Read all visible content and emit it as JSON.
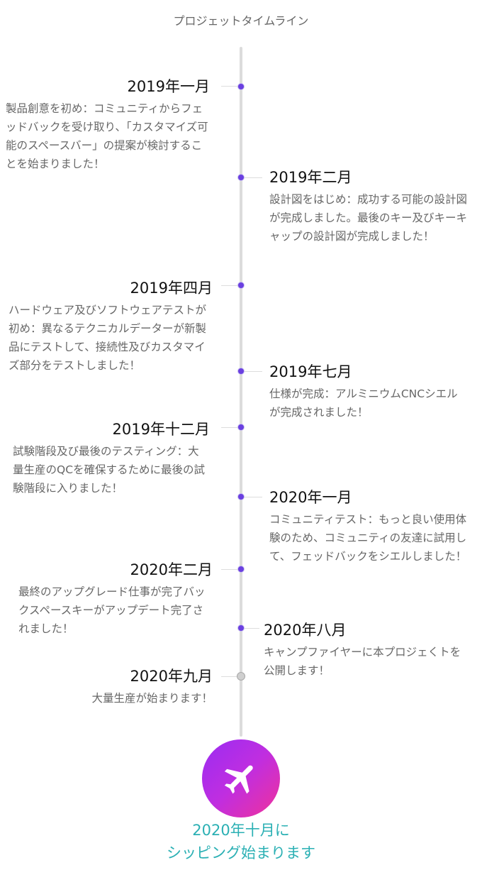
{
  "header": {
    "title": "プロジェットタイムライン"
  },
  "events": [
    {
      "date": "2019年一月",
      "description": "製品創意を初め：コミュニティからフェッドバックを受け取り、「カスタマイズ可能のスペースバー」の提案が検討することを始まりました！"
    },
    {
      "date": "2019年二月",
      "description": "設計図をはじめ：成功する可能の設計図が完成しました。最後のキー及びキーキャップの設計図が完成しました！"
    },
    {
      "date": "2019年四月",
      "description": "ハードウェア及びソフトウェアテストが初め：異なるテクニカルデーターが新製品にテストして、接続性及びカスタマイズ部分をテストしました！"
    },
    {
      "date": "2019年七月",
      "description": "仕様が完成：アルミニウムCNCシエルが完成されました！"
    },
    {
      "date": "2019年十二月",
      "description": "試験階段及び最後のテスティング：大量生産のQCを確保するために最後の試験階段に入りました！"
    },
    {
      "date": "2020年一月",
      "description": "コミュニティテスト：もっと良い使用体験のため、コミュニティの友達に試用して、フェッドバックをシエルしました！"
    },
    {
      "date": "2020年二月",
      "description": "最終のアップグレード仕事が完了バックスペースキーがアップデート完了されました！"
    },
    {
      "date": "2020年八月",
      "description": "キャンプファイヤーに本プロジェくトを公開します！"
    },
    {
      "date": "2020年九月",
      "description": "大量生産が始まります！"
    }
  ],
  "final": {
    "icon": "airplane-icon",
    "line1": "2020年十月に",
    "line2": "シッピング始まります"
  },
  "colors": {
    "dot_done": "#6a3fe0",
    "dot_pending": "#cfcfcf",
    "final_text": "#2bb0b4"
  }
}
